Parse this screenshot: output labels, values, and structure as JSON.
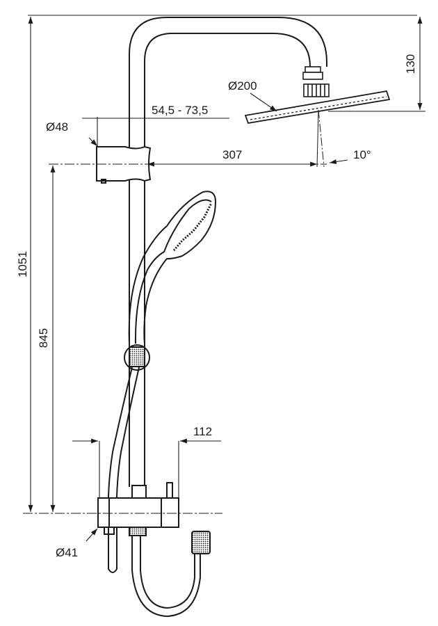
{
  "drawing": {
    "subject": "shower column technical drawing",
    "dimensions": {
      "total_height": "1051",
      "slider_height": "845",
      "head_drop": "130",
      "head_diameter": "Ø200",
      "arm_projection": "307",
      "tilt_angle": "10°",
      "bar_diameter": "Ø48",
      "wall_distance": "54,5 - 73,5",
      "mixer_width": "112",
      "inlet_diameter": "Ø41"
    }
  }
}
